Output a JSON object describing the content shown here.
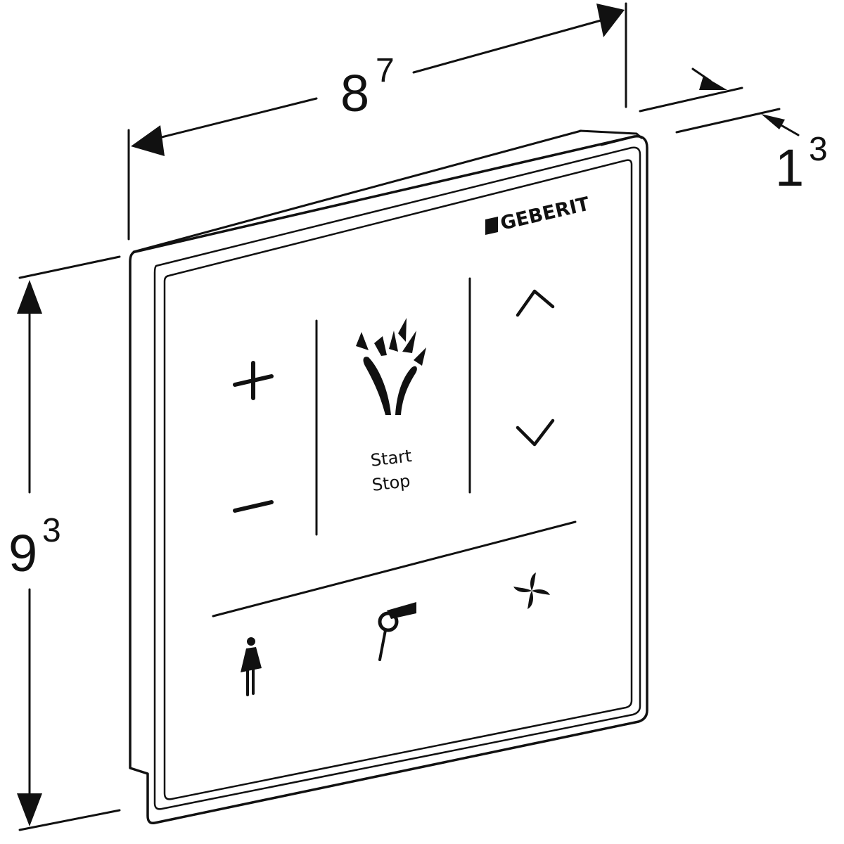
{
  "dimensions": {
    "width": {
      "main": "8",
      "sup": "7"
    },
    "height": {
      "main": "9",
      "sup": "3"
    },
    "depth": {
      "main": "1",
      "sup": "3"
    }
  },
  "panel": {
    "brand": "GEBERIT",
    "start_label": "Start",
    "stop_label": "Stop"
  },
  "icons": {
    "plus": "plus-icon",
    "minus": "minus-icon",
    "spray": "water-spray-icon",
    "up": "chevron-up-icon",
    "down": "chevron-down-icon",
    "lady": "lady-wash-icon",
    "dryer": "dryer-icon",
    "fan": "fan-icon"
  }
}
